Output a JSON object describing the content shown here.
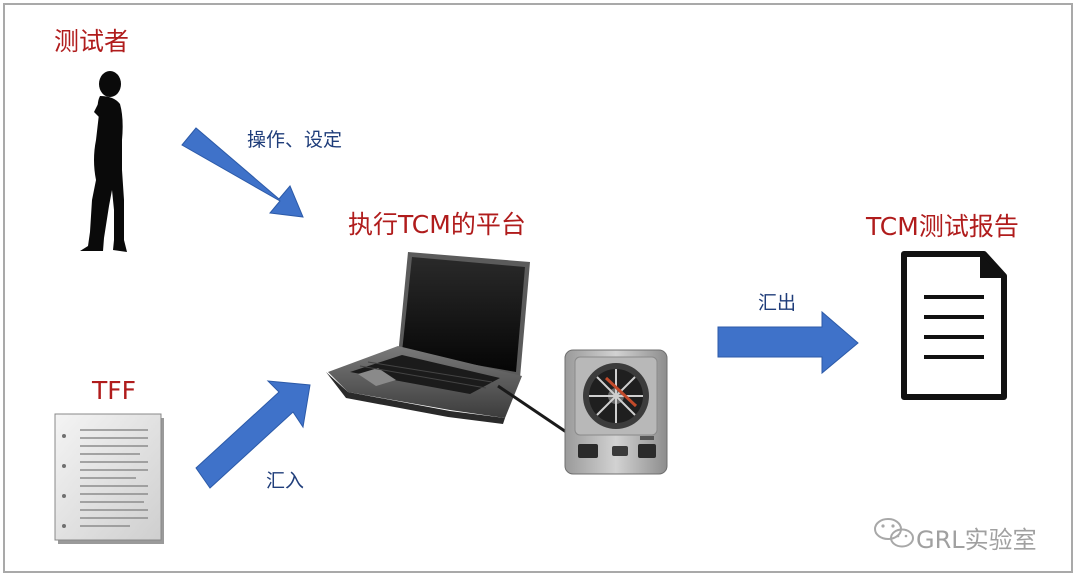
{
  "labels": {
    "tester": "测试者",
    "operate_set": "操作、设定",
    "platform": "执行TCM的平台",
    "report": "TCM测试报告",
    "export": "汇出",
    "tff": "TFF",
    "import": "汇入"
  },
  "watermark": {
    "text": "GRL实验室",
    "icon": "wechat-icon"
  },
  "colors": {
    "title_red": "#b01c1c",
    "label_blue": "#1f3d7a",
    "arrow_blue": "#3f72c9",
    "border_gray": "#a9a9a9"
  }
}
